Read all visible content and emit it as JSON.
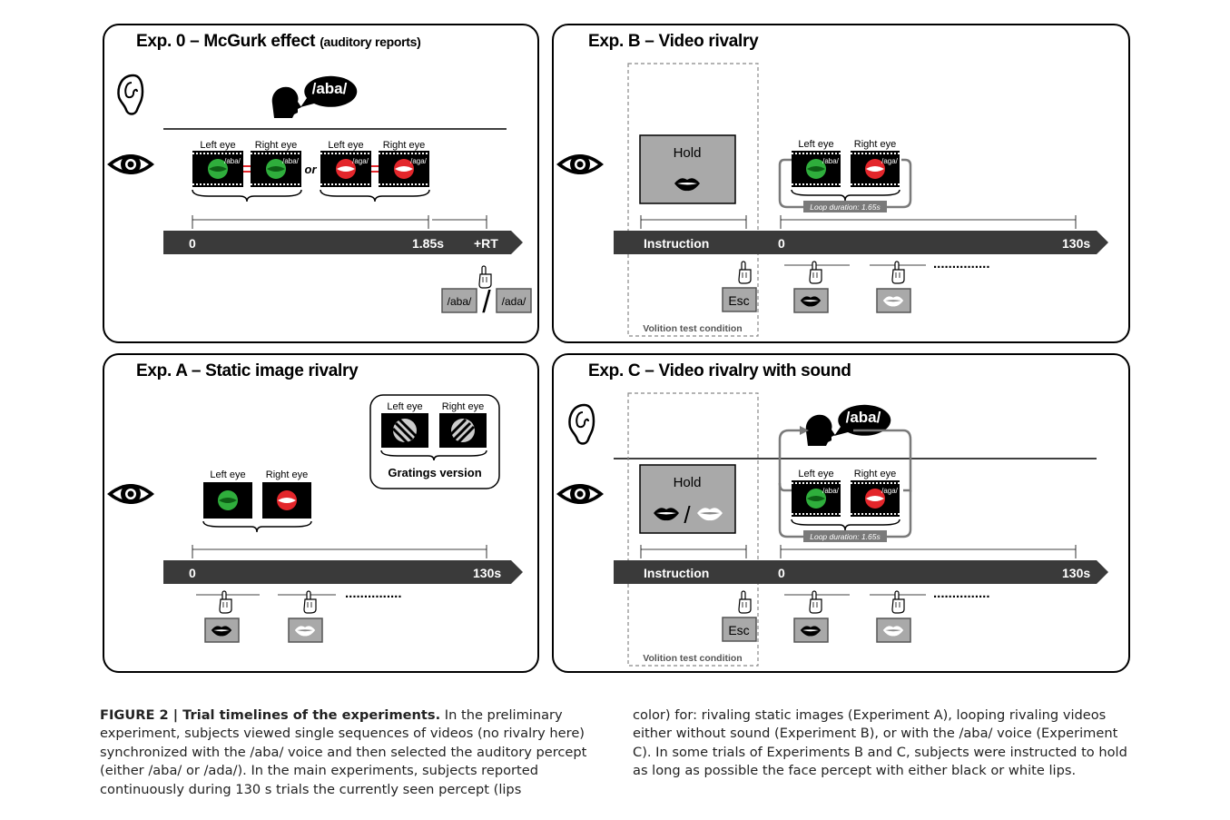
{
  "panels": {
    "exp0": {
      "title": "Exp. 0 – McGurk effect",
      "subtitle": "(auditory reports)"
    },
    "expB": {
      "title": "Exp. B – Video rivalry"
    },
    "expA": {
      "title": "Exp. A – Static image rivalry"
    },
    "expC": {
      "title": "Exp. C – Video rivalry with sound"
    }
  },
  "labels": {
    "left_eye": "Left eye",
    "right_eye": "Right eye",
    "or": "or",
    "aba_bubble": "/aba/",
    "aba_frame": "/aba/",
    "aga_frame": "/aga/",
    "hold": "Hold",
    "slash": "/",
    "loop_duration": "Loop duration: 1.65s",
    "instruction": "Instruction",
    "esc": "Esc",
    "volition": "Volition test condition",
    "gratings_version": "Gratings version",
    "dots": "...............",
    "key_aba": "/aba/",
    "key_ada": "/ada/",
    "key_slash": "/"
  },
  "timelines": {
    "exp0": {
      "start": "0",
      "mid": "1.85s",
      "end": "+RT"
    },
    "expB": {
      "start": "0",
      "end": "130s"
    },
    "expA": {
      "start": "0",
      "end": "130s"
    },
    "expC": {
      "start": "0",
      "end": "130s"
    }
  },
  "caption": {
    "lead": "FIGURE 2 | Trial timelines of the experiments.",
    "col1": " In the preliminary experiment, subjects viewed single sequences of videos (no rivalry here) synchronized with the /aba/ voice and then selected the auditory percept (either /aba/ or /ada/). In the main experiments, subjects reported continuously during 130 s trials the currently seen percept (lips",
    "col2": "color) for: rivaling static images (Experiment A), looping rivaling videos either without sound (Experiment B), or with the /aba/ voice (Experiment C). In some trials of Experiments B and C, subjects were instructed to hold as long as possible the face percept with either black or white lips."
  },
  "colors": {
    "bar": "#3a3a3a",
    "green": "#2fae3c",
    "red": "#e3262b",
    "key": "#a9a9a9",
    "panel_border": "#000000"
  },
  "icons": [
    "ear-icon",
    "eye-icon",
    "speaker-head-icon",
    "hand-pointer-icon",
    "lips-icon",
    "film-frame-icon"
  ]
}
